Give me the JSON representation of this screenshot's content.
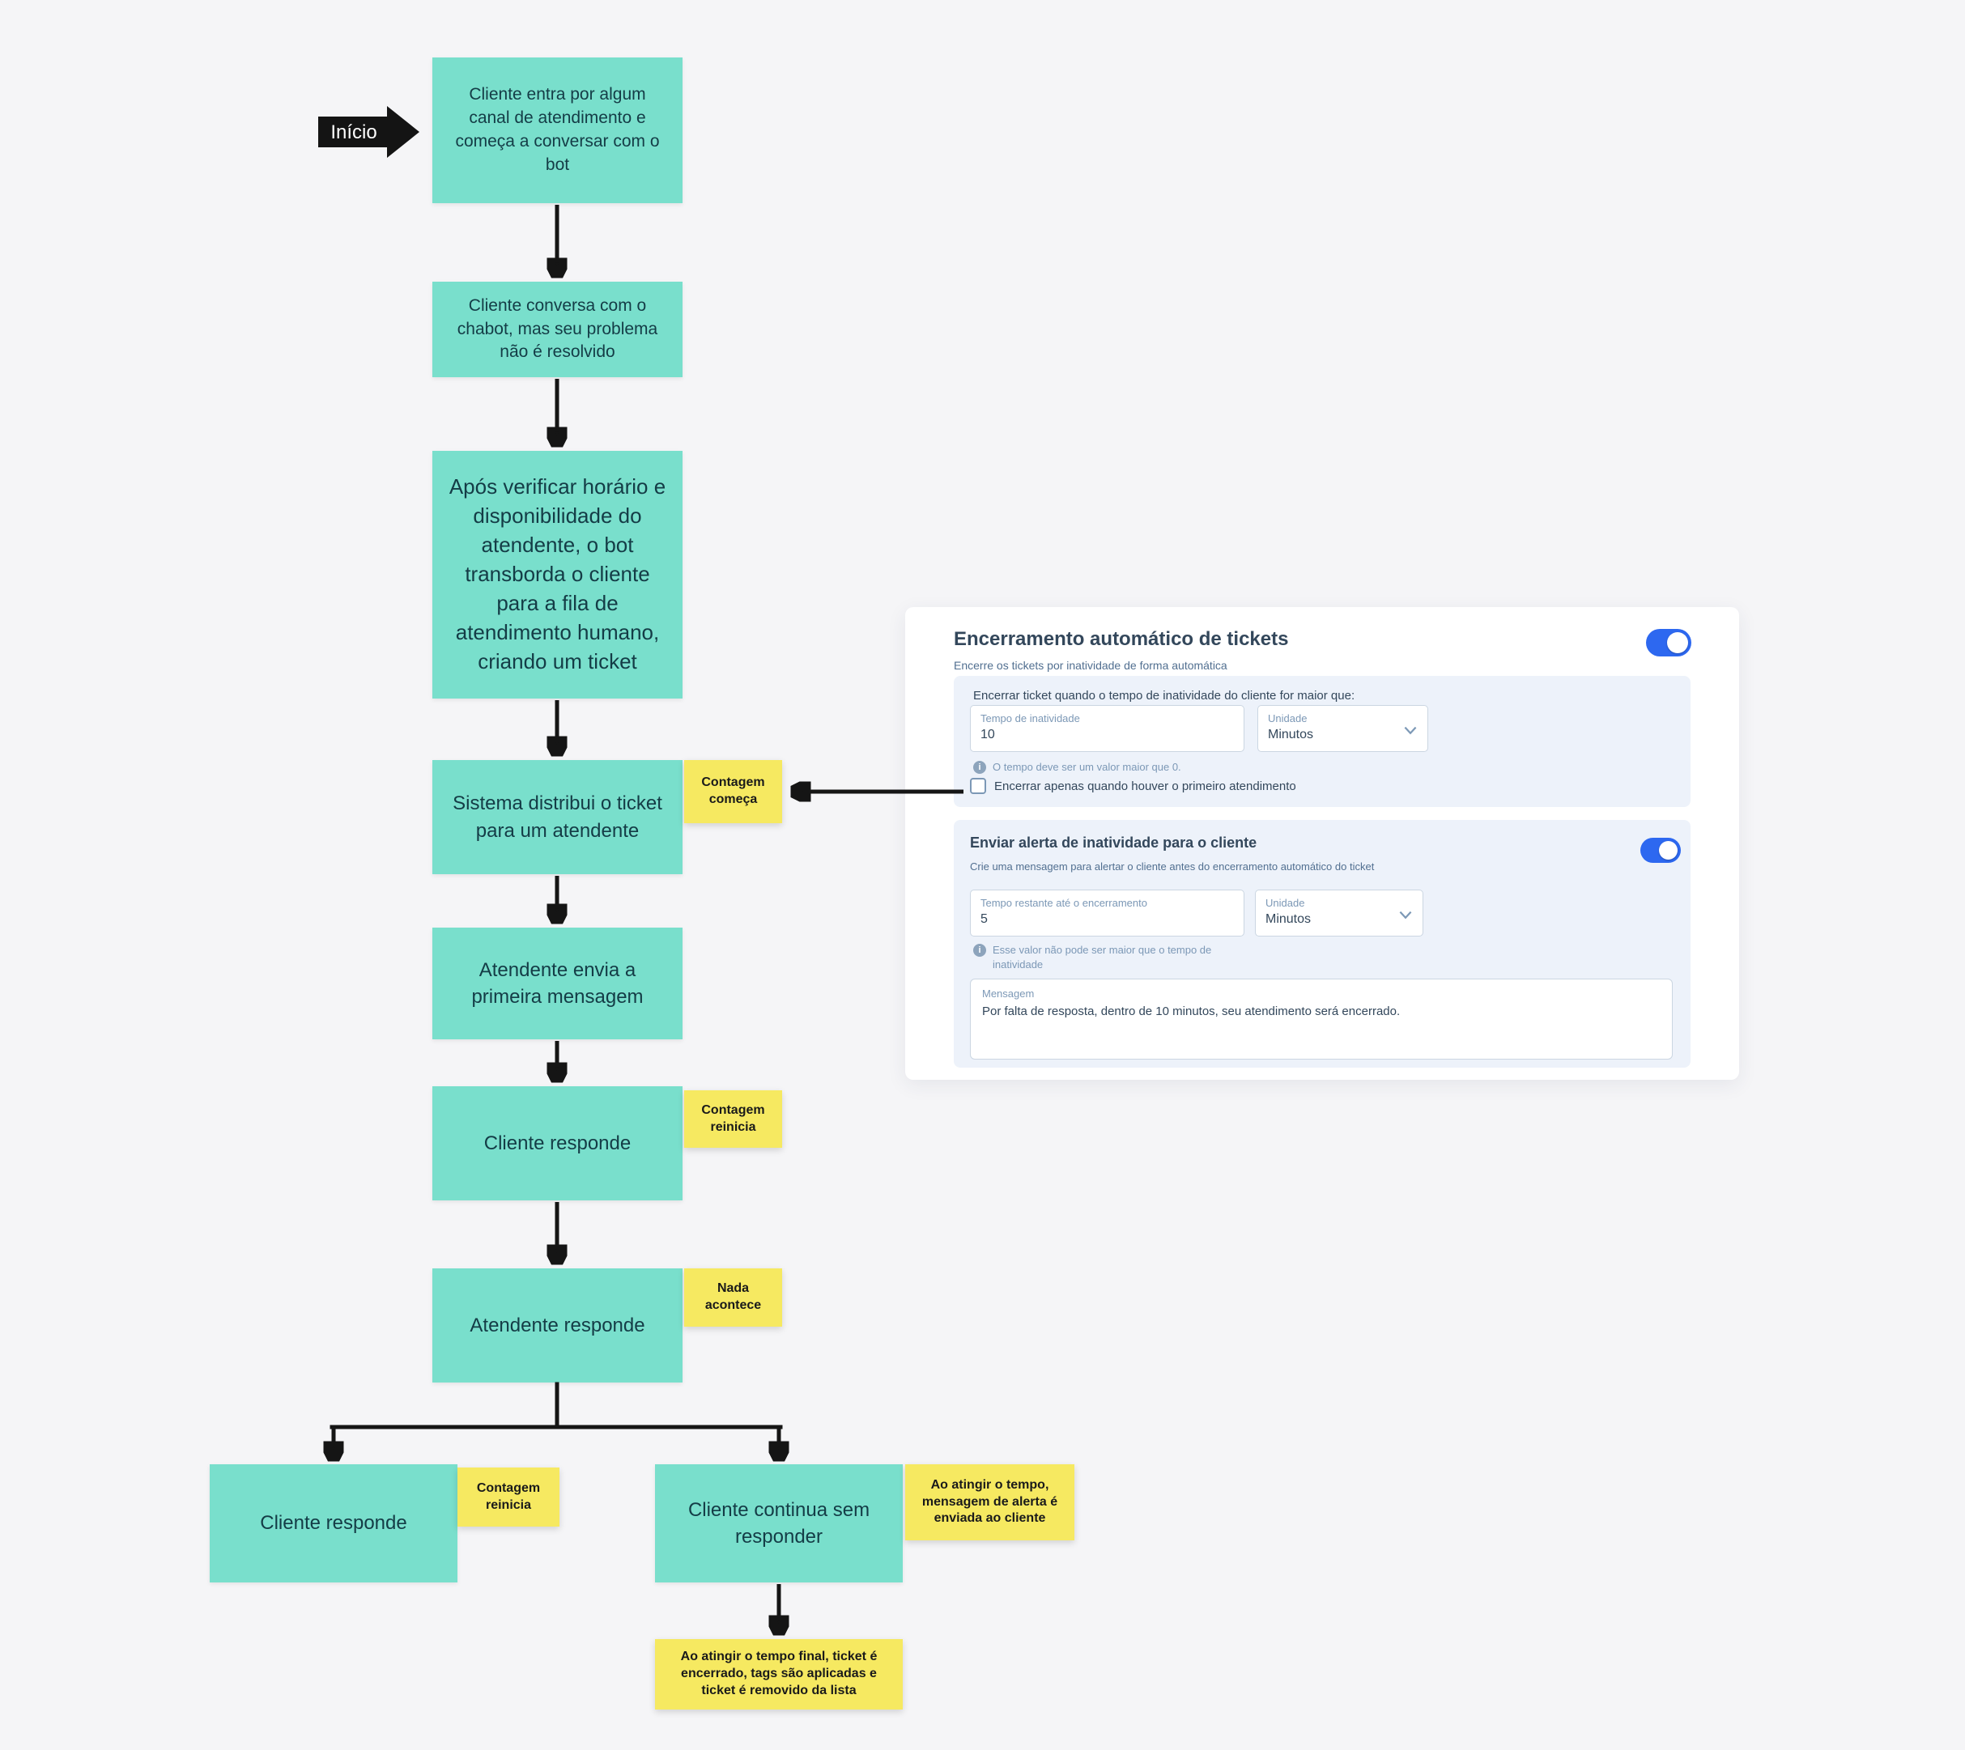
{
  "colors": {
    "node_fill": "#79DFCC",
    "note_fill": "#F6E961",
    "accent_blue": "#2D68F0",
    "background": "#F5F5F7",
    "connector": "#151515"
  },
  "flowchart": {
    "start_label": "Início",
    "nodes": [
      {
        "label": "Cliente entra por algum canal de atendimento e começa a conversar com o bot"
      },
      {
        "label": "Cliente conversa com o chabot, mas seu problema não é resolvido"
      },
      {
        "label": "Após verificar horário e disponibilidade do atendente, o bot transborda o cliente para a fila de atendimento humano, criando um ticket"
      },
      {
        "label": "Sistema distribui o ticket para um atendente"
      },
      {
        "label": "Atendente envia a primeira mensagem"
      },
      {
        "label": "Cliente responde"
      },
      {
        "label": "Atendente responde"
      },
      {
        "label": "Cliente responde"
      },
      {
        "label": "Cliente continua sem responder"
      }
    ],
    "notes": [
      {
        "label": "Contagem começa"
      },
      {
        "label": "Contagem reinicia"
      },
      {
        "label": "Nada acontece"
      },
      {
        "label": "Contagem reinicia"
      },
      {
        "label": "Ao atingir o tempo, mensagem de alerta é enviada ao cliente"
      },
      {
        "label": "Ao atingir o tempo final, ticket é encerrado, tags são aplicadas e ticket é removido da lista"
      }
    ]
  },
  "settings_panel": {
    "title": "Encerramento automático de tickets",
    "subtitle": "Encerre os tickets por inatividade de forma automática",
    "master_toggle_on": true,
    "close_section": {
      "label": "Encerrar ticket quando o tempo de inatividade do cliente for maior que:",
      "inactivity_time": {
        "label": "Tempo de inatividade",
        "value": "10"
      },
      "unit": {
        "label": "Unidade",
        "value": "Minutos"
      },
      "info": "O tempo deve ser um valor maior que 0.",
      "checkbox_label": "Encerrar apenas quando houver o primeiro atendimento",
      "checkbox_checked": false
    },
    "alert_section": {
      "title": "Enviar alerta de inatividade para o cliente",
      "subtitle": "Crie uma mensagem para alertar o cliente antes do encerramento automático do ticket",
      "toggle_on": true,
      "remaining_time": {
        "label": "Tempo restante até o encerramento",
        "value": "5"
      },
      "unit": {
        "label": "Unidade",
        "value": "Minutos"
      },
      "info": "Esse valor não pode ser maior que o tempo de inatividade",
      "message": {
        "label": "Mensagem",
        "value": "Por falta de resposta, dentro de 10 minutos, seu atendimento será encerrado."
      }
    }
  }
}
